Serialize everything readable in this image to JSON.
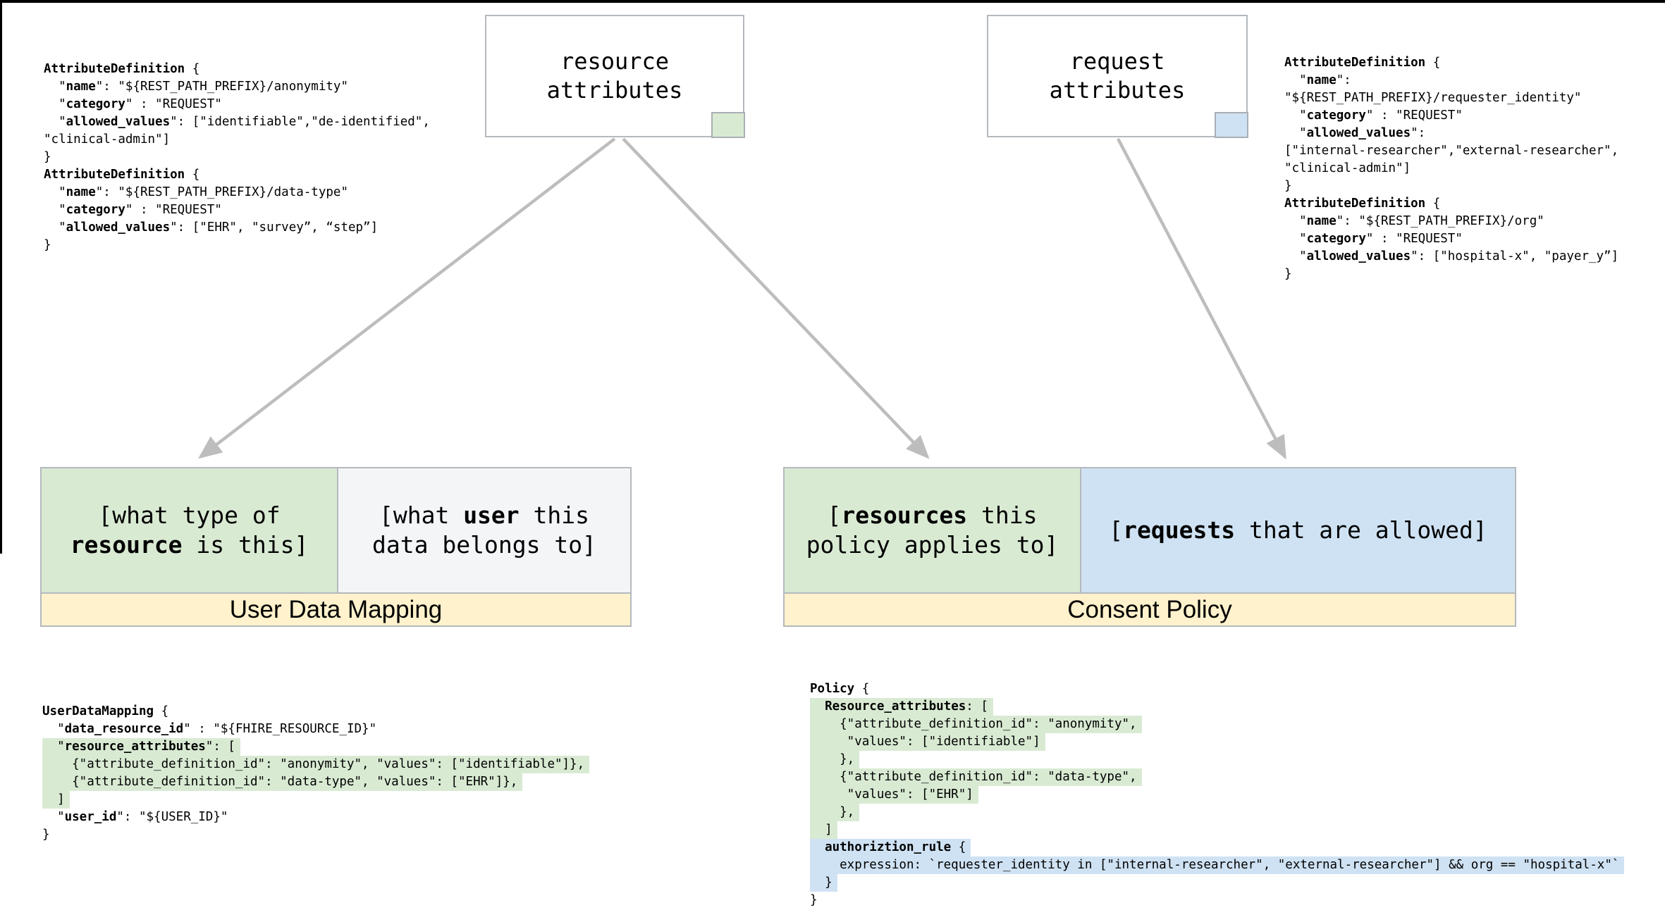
{
  "colors": {
    "highlight_green": "#d9ead3",
    "highlight_blue": "#cfe2f3",
    "band_yellow": "#fff2cc",
    "cell_plain": "#f3f5f7",
    "box_border": "#b4b9be",
    "arrow_gray": "#bdbdbd"
  },
  "nodes": {
    "resource_attributes": {
      "line1": "resource",
      "line2": "attributes"
    },
    "request_attributes": {
      "line1": "request",
      "line2": "attributes"
    }
  },
  "user_data_mapping_table": {
    "title": "User Data Mapping",
    "left_cell": {
      "lines": [
        {
          "parts": [
            {
              "t": "[what type of"
            }
          ]
        },
        {
          "parts": [
            {
              "b": true,
              "t": "resource"
            },
            {
              "t": " is this]"
            }
          ]
        }
      ]
    },
    "right_cell": {
      "lines": [
        {
          "parts": [
            {
              "t": "[what "
            },
            {
              "b": true,
              "t": "user"
            },
            {
              "t": " this"
            }
          ]
        },
        {
          "parts": [
            {
              "t": "data belongs to]"
            }
          ]
        }
      ]
    }
  },
  "consent_policy_table": {
    "title": "Consent Policy",
    "left_cell": {
      "lines": [
        {
          "parts": [
            {
              "t": "["
            },
            {
              "b": true,
              "t": "resources"
            },
            {
              "t": " this"
            }
          ]
        },
        {
          "parts": [
            {
              "t": "policy applies to]"
            }
          ]
        }
      ]
    },
    "right_cell": {
      "lines": [
        {
          "parts": [
            {
              "t": "["
            },
            {
              "b": true,
              "t": "requests"
            },
            {
              "t": " that are allowed]"
            }
          ]
        }
      ]
    }
  },
  "code_blocks": {
    "attribute_definitions_left": {
      "lines": [
        {
          "parts": [
            {
              "b": true,
              "t": "AttributeDefinition"
            },
            {
              "t": " {"
            }
          ]
        },
        {
          "parts": [
            {
              "t": "  \""
            },
            {
              "b": true,
              "t": "name"
            },
            {
              "t": "\": \"${REST_PATH_PREFIX}/anonymity\""
            }
          ]
        },
        {
          "parts": [
            {
              "t": "  \""
            },
            {
              "b": true,
              "t": "category"
            },
            {
              "t": "\" : \"REQUEST\""
            }
          ]
        },
        {
          "parts": [
            {
              "t": "  \""
            },
            {
              "b": true,
              "t": "allowed_values"
            },
            {
              "t": "\": [\"identifiable\",\"de-identified\","
            }
          ]
        },
        {
          "parts": [
            {
              "t": "\"clinical-admin\"]"
            }
          ]
        },
        {
          "parts": [
            {
              "t": "}"
            }
          ]
        },
        {
          "parts": [
            {
              "b": true,
              "t": "AttributeDefinition"
            },
            {
              "t": " {"
            }
          ]
        },
        {
          "parts": [
            {
              "t": "  \""
            },
            {
              "b": true,
              "t": "name"
            },
            {
              "t": "\": \"${REST_PATH_PREFIX}/data-type\""
            }
          ]
        },
        {
          "parts": [
            {
              "t": "  \""
            },
            {
              "b": true,
              "t": "category"
            },
            {
              "t": "\" : \"REQUEST\""
            }
          ]
        },
        {
          "parts": [
            {
              "t": "  \""
            },
            {
              "b": true,
              "t": "allowed_values"
            },
            {
              "t": "\": [\"EHR\", \"survey”, “step”]"
            }
          ]
        },
        {
          "parts": [
            {
              "t": "}"
            }
          ]
        }
      ]
    },
    "attribute_definitions_right": {
      "lines": [
        {
          "parts": [
            {
              "b": true,
              "t": "AttributeDefinition"
            },
            {
              "t": " {"
            }
          ]
        },
        {
          "parts": [
            {
              "t": "  \""
            },
            {
              "b": true,
              "t": "name"
            },
            {
              "t": "\":"
            }
          ]
        },
        {
          "parts": [
            {
              "t": "\"${REST_PATH_PREFIX}/requester_identity\""
            }
          ]
        },
        {
          "parts": [
            {
              "t": "  \""
            },
            {
              "b": true,
              "t": "category"
            },
            {
              "t": "\" : \"REQUEST\""
            }
          ]
        },
        {
          "parts": [
            {
              "t": "  \""
            },
            {
              "b": true,
              "t": "allowed_values"
            },
            {
              "t": "\":"
            }
          ]
        },
        {
          "parts": [
            {
              "t": "[\"internal-researcher\",\"external-researcher\","
            }
          ]
        },
        {
          "parts": [
            {
              "t": "\"clinical-admin\"]"
            }
          ]
        },
        {
          "parts": [
            {
              "t": "}"
            }
          ]
        },
        {
          "parts": [
            {
              "b": true,
              "t": "AttributeDefinition"
            },
            {
              "t": " {"
            }
          ]
        },
        {
          "parts": [
            {
              "t": "  \""
            },
            {
              "b": true,
              "t": "name"
            },
            {
              "t": "\": \"${REST_PATH_PREFIX}/org\""
            }
          ]
        },
        {
          "parts": [
            {
              "t": "  \""
            },
            {
              "b": true,
              "t": "category"
            },
            {
              "t": "\" : \"REQUEST\""
            }
          ]
        },
        {
          "parts": [
            {
              "t": "  \""
            },
            {
              "b": true,
              "t": "allowed_values"
            },
            {
              "t": "\": [\"hospital-x\", \"payer_y”]"
            }
          ]
        },
        {
          "parts": [
            {
              "t": "}"
            }
          ]
        }
      ]
    },
    "user_data_mapping": {
      "lines": [
        {
          "parts": [
            {
              "b": true,
              "t": "UserDataMapping"
            },
            {
              "t": " {"
            }
          ]
        },
        {
          "parts": [
            {
              "t": "  \""
            },
            {
              "b": true,
              "t": "data_resource_id"
            },
            {
              "t": "\" : \"${FHIRE_RESOURCE_ID}\""
            }
          ]
        },
        {
          "h": "g",
          "parts": [
            {
              "t": "  \""
            },
            {
              "b": true,
              "t": "resource_attributes"
            },
            {
              "t": "\": ["
            }
          ]
        },
        {
          "h": "g",
          "parts": [
            {
              "t": "    {\"attribute_definition_id\": \"anonymity\", \"values\": [\"identifiable\"]},"
            }
          ]
        },
        {
          "h": "g",
          "parts": [
            {
              "t": "    {\"attribute_definition_id\": \"data-type\", \"values\": [\"EHR\"]},"
            }
          ]
        },
        {
          "h": "g",
          "parts": [
            {
              "t": "  ]"
            }
          ]
        },
        {
          "parts": [
            {
              "t": "  \""
            },
            {
              "b": true,
              "t": "user_id"
            },
            {
              "t": "\": \"${USER_ID}\""
            }
          ]
        },
        {
          "parts": [
            {
              "t": "}"
            }
          ]
        }
      ]
    },
    "policy": {
      "lines": [
        {
          "parts": [
            {
              "b": true,
              "t": "Policy"
            },
            {
              "t": " {"
            }
          ]
        },
        {
          "h": "g",
          "parts": [
            {
              "t": "  "
            },
            {
              "b": true,
              "t": "Resource_attributes"
            },
            {
              "t": ": ["
            }
          ]
        },
        {
          "h": "g",
          "parts": [
            {
              "t": "    {\"attribute_definition_id\": \"anonymity\","
            }
          ]
        },
        {
          "h": "g",
          "parts": [
            {
              "t": "     \"values\": [\"identifiable\"]"
            }
          ]
        },
        {
          "h": "g",
          "parts": [
            {
              "t": "    },"
            }
          ]
        },
        {
          "h": "g",
          "parts": [
            {
              "t": "    {\"attribute_definition_id\": \"data-type\","
            }
          ]
        },
        {
          "h": "g",
          "parts": [
            {
              "t": "     \"values\": [\"EHR\"]"
            }
          ]
        },
        {
          "h": "g",
          "parts": [
            {
              "t": "    },"
            }
          ]
        },
        {
          "h": "g",
          "parts": [
            {
              "t": "  ]"
            }
          ]
        },
        {
          "h": "b",
          "parts": [
            {
              "t": "  "
            },
            {
              "b": true,
              "t": "authoriztion_rule"
            },
            {
              "t": " {"
            }
          ]
        },
        {
          "h": "b",
          "parts": [
            {
              "t": "    expression: `requester_identity in [\"internal-researcher\", \"external-researcher\"] && org == \"hospital-x\"`"
            }
          ]
        },
        {
          "h": "b",
          "parts": [
            {
              "t": "  }"
            }
          ]
        },
        {
          "parts": [
            {
              "t": "}"
            }
          ]
        }
      ]
    }
  }
}
